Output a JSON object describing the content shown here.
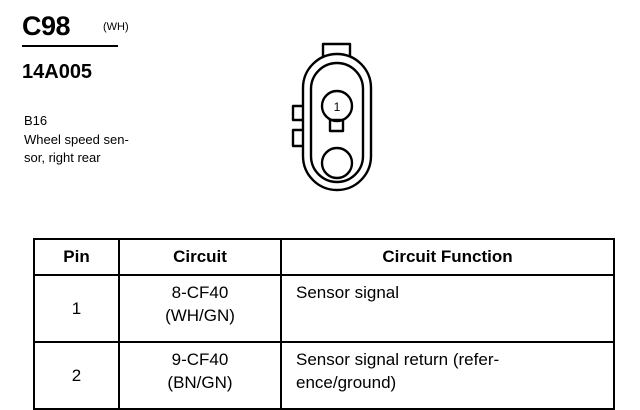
{
  "header": {
    "connector_id": "C98",
    "connector_color": "(WH)",
    "part_number": "14A005",
    "component_ref": "B16",
    "component_desc_lines": [
      "Wheel speed sen-",
      "sor, right rear"
    ]
  },
  "connector": {
    "pin_label": "1"
  },
  "table": {
    "headers": [
      "Pin",
      "Circuit",
      "Circuit Function"
    ],
    "rows": [
      {
        "pin": "1",
        "circuit_lines": [
          "8-CF40",
          "(WH/GN)"
        ],
        "function_lines": [
          "Sensor signal"
        ]
      },
      {
        "pin": "2",
        "circuit_lines": [
          "9-CF40",
          "(BN/GN)"
        ],
        "function_lines": [
          "Sensor signal return (refer-",
          "ence/ground)"
        ]
      }
    ]
  }
}
